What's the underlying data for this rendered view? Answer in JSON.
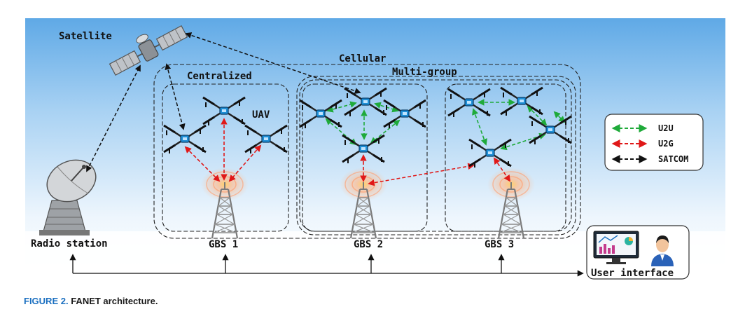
{
  "labels": {
    "satellite": "Satellite",
    "cellular": "Cellular",
    "centralized": "Centralized",
    "multi_group": "Multi-group",
    "uav": "UAV",
    "radio_station": "Radio station",
    "gbs1": "GBS 1",
    "gbs2": "GBS 2",
    "gbs3": "GBS 3",
    "user_interface": "User interface"
  },
  "legend": {
    "u2u": "U2U",
    "u2g": "U2G",
    "satcom": "SATCOM"
  },
  "caption": {
    "figure": "FIGURE 2.",
    "title": "FANET architecture."
  },
  "colors": {
    "u2u": "#1faa3a",
    "u2g": "#e01818",
    "satcom": "#111111",
    "sky_top": "#6ab0e8",
    "caption_blue": "#1a6fc0"
  }
}
